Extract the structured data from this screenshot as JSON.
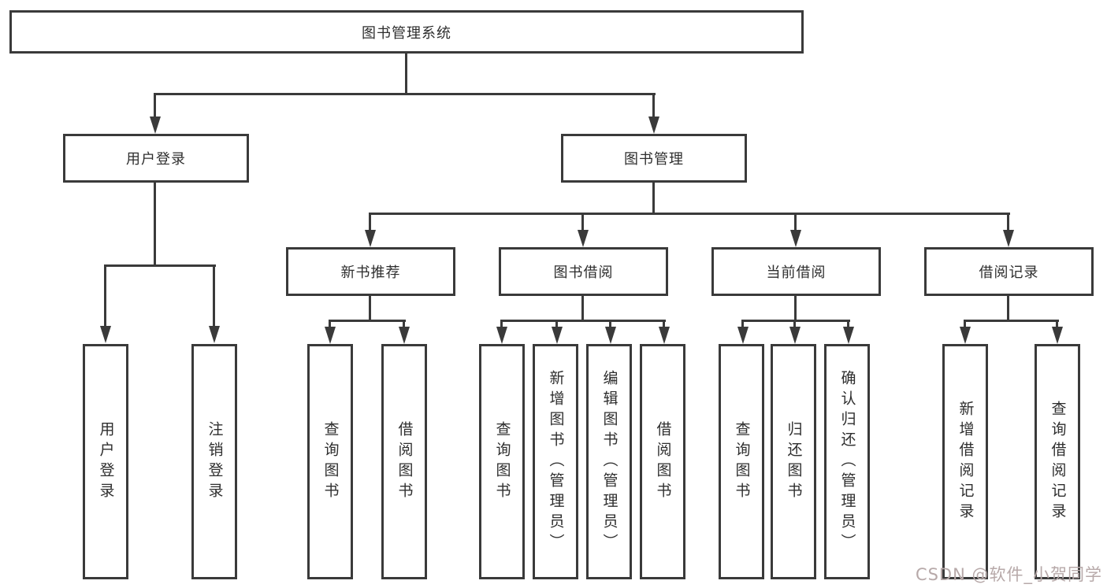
{
  "diagram": {
    "root": {
      "label": "图书管理系统"
    },
    "branches": [
      {
        "label": "用户登录",
        "children": [
          {
            "label": "用户登录"
          },
          {
            "label": "注销登录"
          }
        ]
      },
      {
        "label": "图书管理",
        "children": [
          {
            "label": "新书推荐",
            "children": [
              {
                "label": "查询图书"
              },
              {
                "label": "借阅图书"
              }
            ]
          },
          {
            "label": "图书借阅",
            "children": [
              {
                "label": "查询图书"
              },
              {
                "label": "新增图书（管理员）"
              },
              {
                "label": "编辑图书（管理员）"
              },
              {
                "label": "借阅图书"
              }
            ]
          },
          {
            "label": "当前借阅",
            "children": [
              {
                "label": "查询图书"
              },
              {
                "label": "归还图书"
              },
              {
                "label": "确认归还（管理员）"
              }
            ]
          },
          {
            "label": "借阅记录",
            "children": [
              {
                "label": "新增借阅记录"
              },
              {
                "label": "查询借阅记录"
              }
            ]
          }
        ]
      }
    ]
  },
  "watermark": {
    "text": "CSDN @软件_小贺同学"
  },
  "colors": {
    "line": "#3a3a3a",
    "watermark": "#b7a9a9"
  }
}
